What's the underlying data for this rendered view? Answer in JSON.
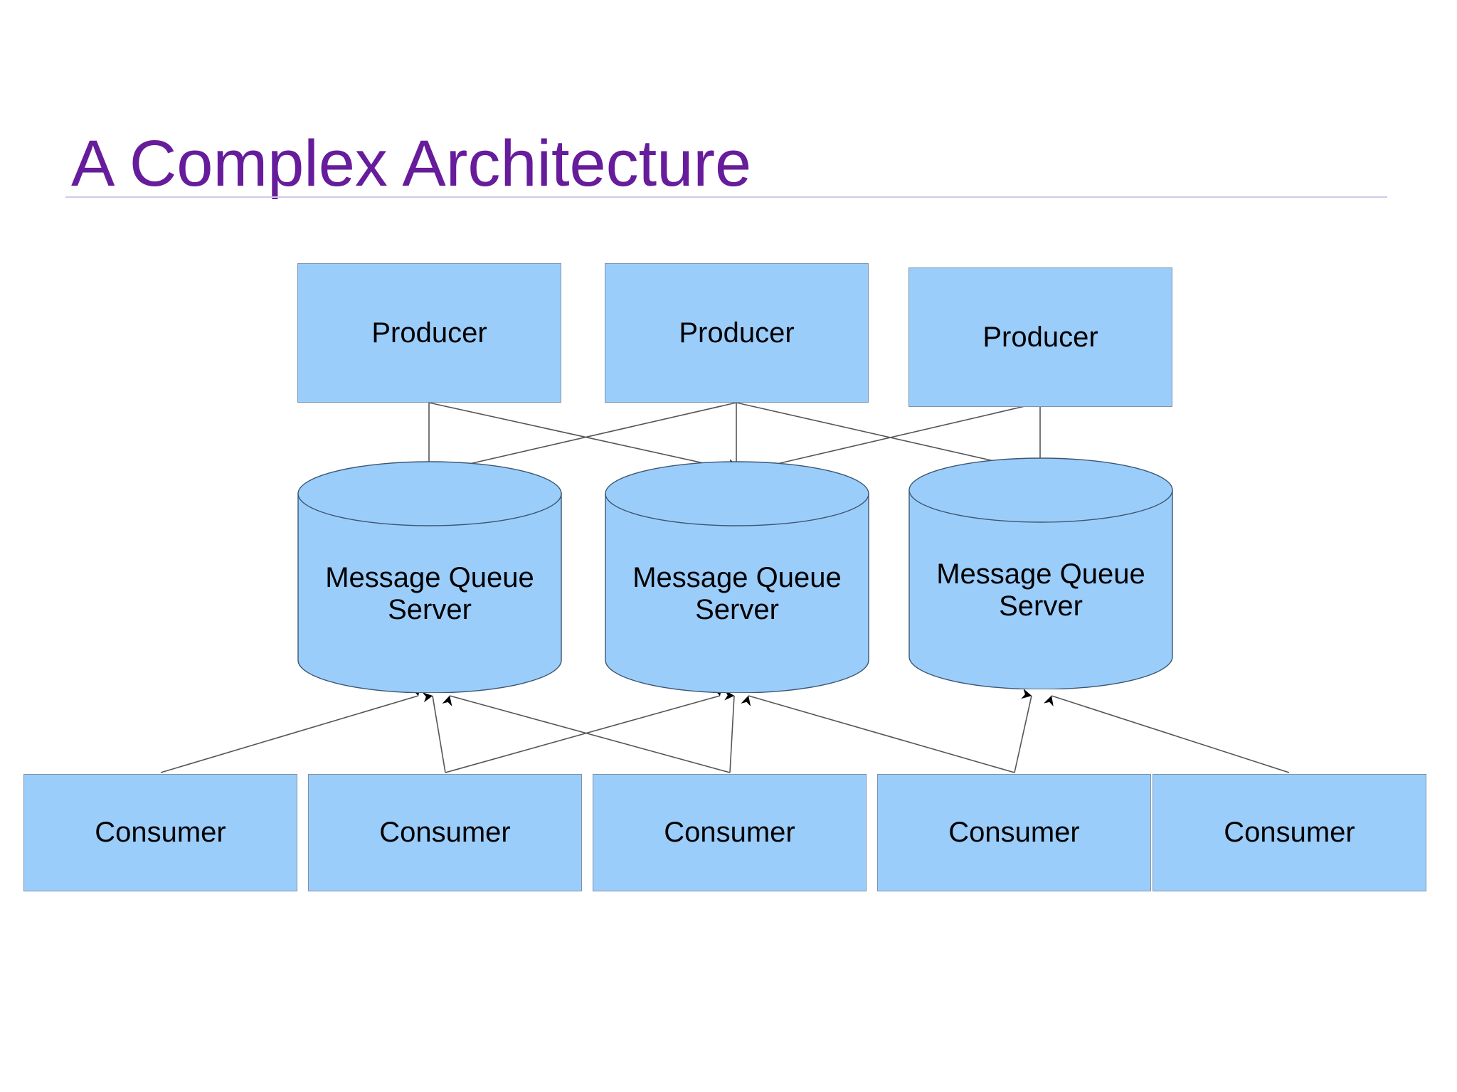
{
  "slide": {
    "title": "A Complex Architecture",
    "title_color": "#661C9B",
    "divider_color": "#CFCBE5",
    "background_color": "#FFFFFF"
  },
  "diagram": {
    "type": "architecture-flow",
    "node_fill_color": "#9BCDFB",
    "node_border_color": "#7D93AE",
    "connector_color": "#555555",
    "arrowhead_color": "#000000",
    "producers": [
      {
        "label": "Producer"
      },
      {
        "label": "Producer"
      },
      {
        "label": "Producer"
      }
    ],
    "queues": [
      {
        "label": "Message Queue\nServer"
      },
      {
        "label": "Message Queue\nServer"
      },
      {
        "label": "Message Queue\nServer"
      }
    ],
    "consumers": [
      {
        "label": "Consumer"
      },
      {
        "label": "Consumer"
      },
      {
        "label": "Consumer"
      },
      {
        "label": "Consumer"
      },
      {
        "label": "Consumer"
      }
    ],
    "producer_to_queue_links": [
      {
        "from": "producer-1",
        "to": "queue-1"
      },
      {
        "from": "producer-1",
        "to": "queue-2"
      },
      {
        "from": "producer-2",
        "to": "queue-1"
      },
      {
        "from": "producer-2",
        "to": "queue-2"
      },
      {
        "from": "producer-2",
        "to": "queue-3"
      },
      {
        "from": "producer-3",
        "to": "queue-2"
      },
      {
        "from": "producer-3",
        "to": "queue-3"
      }
    ],
    "consumer_to_queue_links": [
      {
        "from": "consumer-1",
        "to": "queue-1"
      },
      {
        "from": "consumer-2",
        "to": "queue-1"
      },
      {
        "from": "consumer-3",
        "to": "queue-1"
      },
      {
        "from": "consumer-2",
        "to": "queue-2"
      },
      {
        "from": "consumer-3",
        "to": "queue-2"
      },
      {
        "from": "consumer-4",
        "to": "queue-2"
      },
      {
        "from": "consumer-4",
        "to": "queue-3"
      },
      {
        "from": "consumer-5",
        "to": "queue-3"
      }
    ]
  }
}
